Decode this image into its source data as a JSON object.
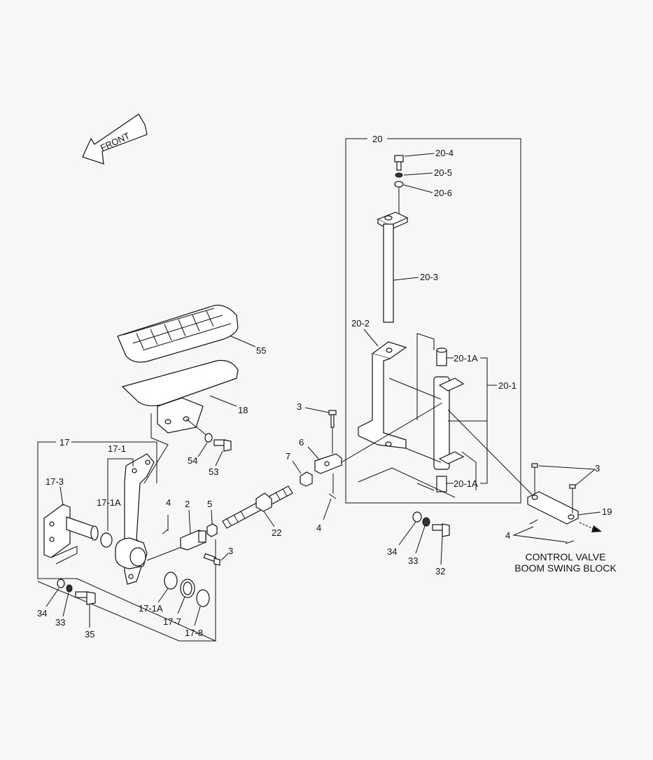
{
  "front_label": "FRONT",
  "callouts": {
    "c20": "20",
    "c20_4": "20-4",
    "c20_5": "20-5",
    "c20_6": "20-6",
    "c20_3": "20-3",
    "c20_2": "20-2",
    "c20_1A_top": "20-1A",
    "c20_1": "20-1",
    "c20_1A_bot": "20-1A",
    "c55": "55",
    "c18": "18",
    "c54": "54",
    "c53": "53",
    "c17": "17",
    "c17_1": "17-1",
    "c17_3": "17-3",
    "c17_1A_a": "17-1A",
    "c4_a": "4",
    "c2": "2",
    "c5": "5",
    "c3_a": "3",
    "c22": "22",
    "c3_b": "3",
    "c6": "6",
    "c7": "7",
    "c4_b": "4",
    "c34_a": "34",
    "c33_a": "33",
    "c32": "32",
    "c34_b": "34",
    "c33_b": "33",
    "c35": "35",
    "c17_1A_b": "17-1A",
    "c17_7": "17-7",
    "c17_8": "17-8",
    "c3_c": "3",
    "c19": "19",
    "c4_c": "4"
  },
  "caption": {
    "line1": "CONTROL VALVE",
    "line2": "BOOM SWING BLOCK"
  }
}
